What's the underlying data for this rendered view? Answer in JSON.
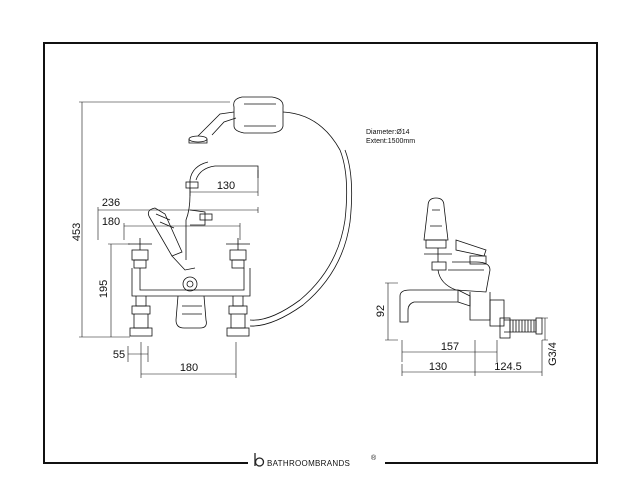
{
  "dimensions": {
    "height_total": "453",
    "width_handset": "130",
    "width_overall": "236",
    "width_inner": "180",
    "height_valve": "195",
    "offset_bottom": "55",
    "centres_bottom": "180",
    "side_height": "92",
    "side_spout": "157",
    "side_bottom_left": "130",
    "side_bottom_right": "124.5",
    "thread": "G3/4"
  },
  "hose_note": {
    "diameter": "Diameter:Ø14",
    "extent": "Extent:1500mm"
  },
  "brand": {
    "name": "BATHROOMBRANDS",
    "mark": "®"
  },
  "colors": {
    "outline": "#111111",
    "dimension": "#111111",
    "background": "#ffffff"
  }
}
